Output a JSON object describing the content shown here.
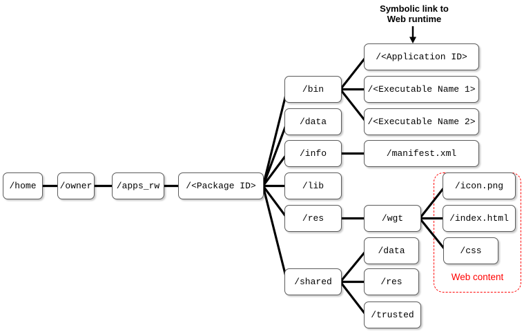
{
  "diagram": {
    "title_annotation": {
      "line1": "Symbolic link to",
      "line2": "Web runtime"
    },
    "group_label": "Web content",
    "colors": {
      "connector_line": "#000000",
      "box_border": "#5a5a5a",
      "box_fill": "#ffffff",
      "highlight_red": "#ff0000",
      "text": "#000000"
    },
    "nodes": {
      "home": "/home",
      "owner": "/owner",
      "apps_rw": "/apps_rw",
      "package_id": "/<Package ID>",
      "bin": "/bin",
      "data": "/data",
      "info": "/info",
      "lib": "/lib",
      "res": "/res",
      "shared": "/shared",
      "application_id": "/<Application ID>",
      "executable_name_1": "/<Executable Name 1>",
      "executable_name_2": "/<Executable Name 2>",
      "manifest_xml": "/manifest.xml",
      "wgt": "/wgt",
      "shared_data": "/data",
      "shared_res": "/res",
      "shared_trusted": "/trusted",
      "icon_png": "/icon.png",
      "index_html": "/index.html",
      "css": "/css"
    }
  }
}
